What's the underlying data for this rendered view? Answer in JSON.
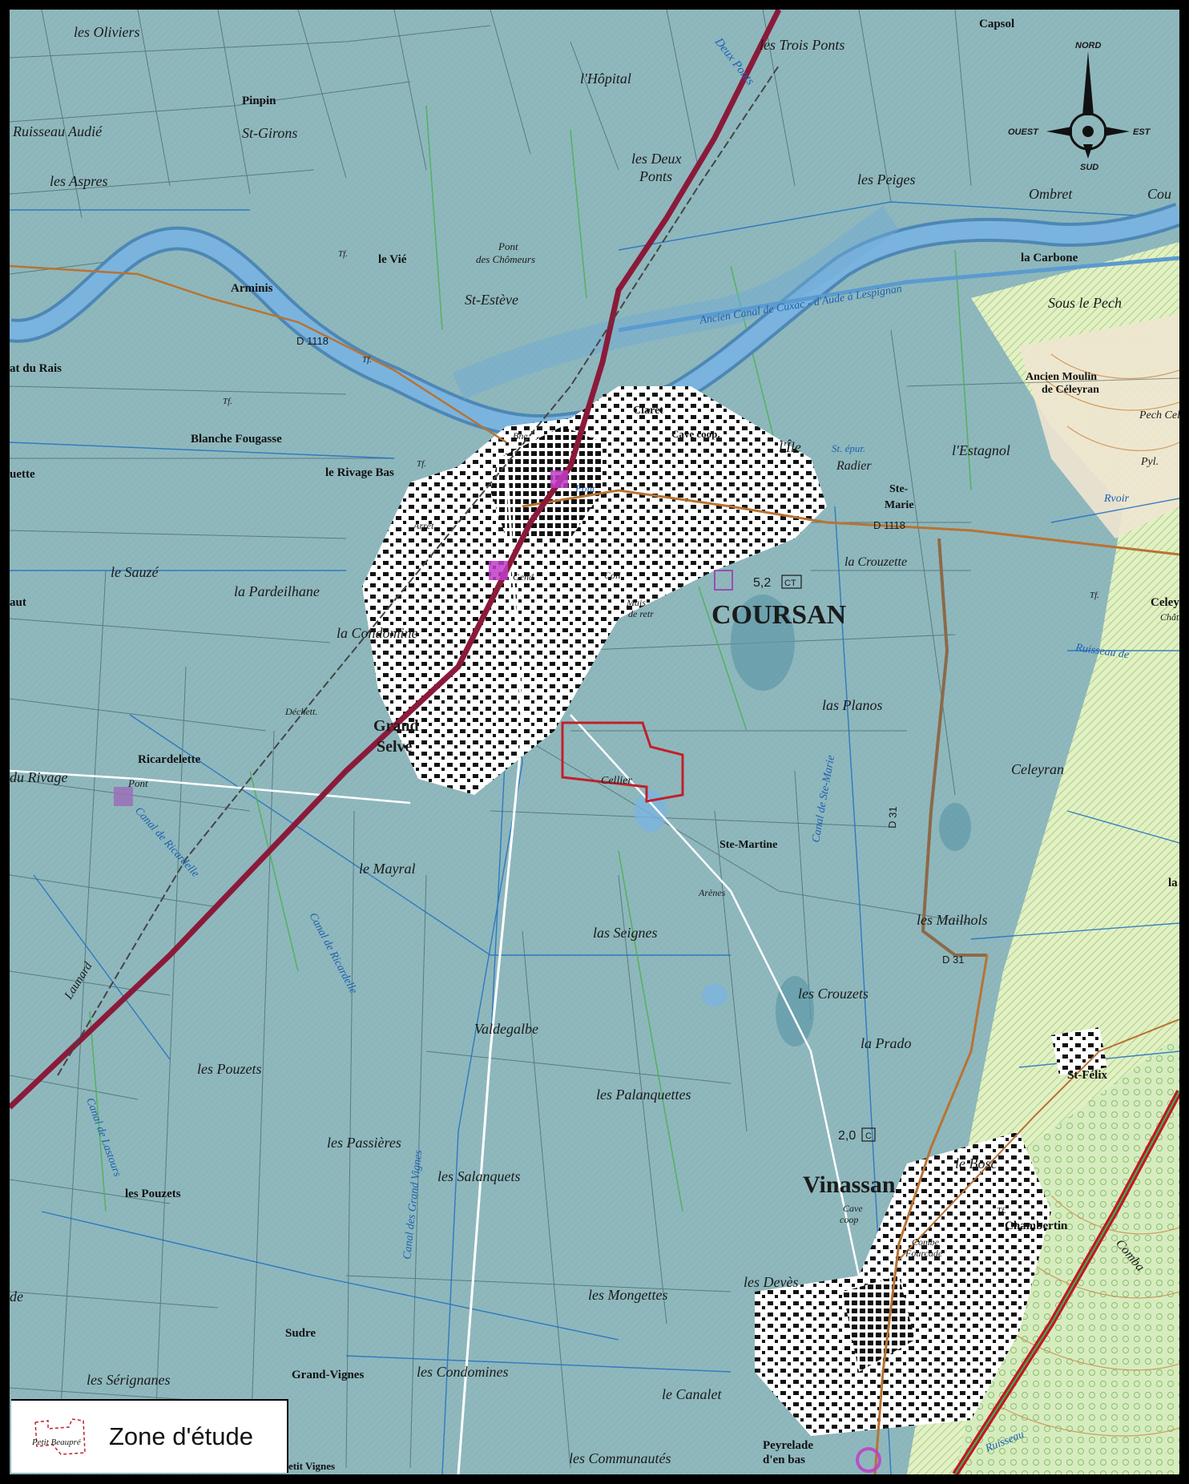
{
  "map": {
    "towns": {
      "coursan": "COURSAN",
      "vinassan": "Vinassan",
      "grand_selve": [
        "Grand",
        "Selve"
      ]
    },
    "localities": {
      "les_oliviers": "les Oliviers",
      "pinpin": "Pinpin",
      "ruisseau_audie": "Ruisseau Audié",
      "st_girons": "St-Girons",
      "les_aspres": "les Aspres",
      "l_hopital": "l'Hôpital",
      "les_deux_ponts": [
        "les Deux",
        "Ponts"
      ],
      "les_trois_ponts": "les Trois Ponts",
      "capsol": "Capsol",
      "les_peiges": "les Peiges",
      "ombret": "Ombret",
      "cou": "Cou",
      "le_vie": "le Vié",
      "arminis": "Arminis",
      "pont_des_chomeurs": [
        "Pont",
        "des Chômeurs"
      ],
      "st_esteve": "St-Estève",
      "la_carbone": "la Carbone",
      "sous_le_pech": "Sous le Pech",
      "ancien_moulin": [
        "Ancien Moulin",
        "de Céleyran"
      ],
      "pech_cel": "Pech Cel",
      "at_du_rais": "at du Rais",
      "blanche_fougasse": "Blanche Fougasse",
      "claret": "Claret",
      "cave_coop": "Cave coop.",
      "l_ile": "l'Île",
      "radier": "Radier",
      "l_estagnol": "l'Estagnol",
      "pyl": "Pyl.",
      "le_rivage_bas": "le Rivage Bas",
      "uette": "uette",
      "ste_marie": [
        "Ste-",
        "Marie"
      ],
      "bne": "Bne",
      "font": "Font",
      "arret": "Arrêt",
      "gend": "Gend",
      "coll": "Coll.",
      "mais_de_retr": [
        "Mais",
        "de retr"
      ],
      "la_crouzette": "la Crouzette",
      "le_sauze": "le Sauzé",
      "la_pardeilhane": "la Pardeilhane",
      "aut": "aut",
      "la_condomine": "la Condomine",
      "celey": "Celey",
      "chat": "Chât.",
      "dechett": "Déchett.",
      "las_planos": "las Planos",
      "ricardelette": "Ricardelette",
      "du_rivage": "du Rivage",
      "pont": "Pont",
      "cellier": "Cellier",
      "celeyran": "Celeyran",
      "ste_martine": "Ste-Martine",
      "le_mayral": "le Mayral",
      "arenes": "Arènes",
      "las_seignes": "las Seignes",
      "les_mailhols": "les Mailhols",
      "valdegalbe": "Valdegalbe",
      "les_crouzets": "les Crouzets",
      "la_prado": "la Prado",
      "les_pouzets_1": "les Pouzets",
      "st_felix": "St-Félix",
      "les_palanquettes": "les Palanquettes",
      "les_passieres": "les Passières",
      "le_bosc": "le Bosc",
      "les_salanquets": "les Salanquets",
      "les_pouzets_2": "les Pouzets",
      "cave_coop_2": [
        "Cave",
        "coop"
      ],
      "chambertin": "Chambertin",
      "combe_fourcade": [
        "Combe",
        "Fourcade"
      ],
      "de": "de",
      "les_mongettes": "les Mongettes",
      "les_deves": "les Devès",
      "sudre": "Sudre",
      "les_serignanes": "les Sérignanes",
      "grand_vignes": "Grand-Vignes",
      "les_condomines": "les Condomines",
      "le_canalet": "le Canalet",
      "les_communautes": "les Communautés",
      "peyrelade": [
        "Peyrelade",
        "d'en bas"
      ],
      "petit_vignes": "Petit Vignes",
      "petit_beaupre": "Petit Beaupré",
      "comba": "Comba",
      "la": "la"
    },
    "water_names": {
      "deux_ponts": "Deux Ponts",
      "ancien_canal": "Ancien Canal de Cuxac - d'Aude à Lespignan",
      "st_epur": "St. épur.",
      "rvoir": "Rvoir",
      "ruisseau_de": "Ruisseau de",
      "canal_de_ste_marie": "Canal de Ste-Marie",
      "canal_de_ricardelle": "Canal de Ricardelle",
      "canal_de_ricardelle_2": "Canal de Ricardelle",
      "canal_de_lastours": "Canal de Lastours",
      "canal_des_grand_vignes": "Canal des Grand Vignes",
      "launard": "Launard",
      "ruisseau_2": "Ruisseau"
    },
    "roads": {
      "d1118_west": "D 1118",
      "d1118_east": "D 1118",
      "d31_a": "D 31",
      "d31_b": "D 31"
    },
    "spot_heights": {
      "coursan": "5,2",
      "vinassan": "2,0",
      "ct": "CT",
      "c": "C"
    },
    "small_labels": {
      "tf": "Tf."
    },
    "compass": {
      "north": "NORD",
      "south": "SUD",
      "east": "EST",
      "west": "OUEST"
    },
    "colors": {
      "plain": "#8fb8bd",
      "water": "#6fa9d6",
      "river_bank": "#4d87b5",
      "built_area": "#ffffff",
      "rail": "#8b1a3a",
      "road": "#b87333",
      "vineyard_green": "#cfe8a8",
      "study_zone": "#c0202a"
    }
  },
  "legend": {
    "label": "Zone d'étude"
  }
}
